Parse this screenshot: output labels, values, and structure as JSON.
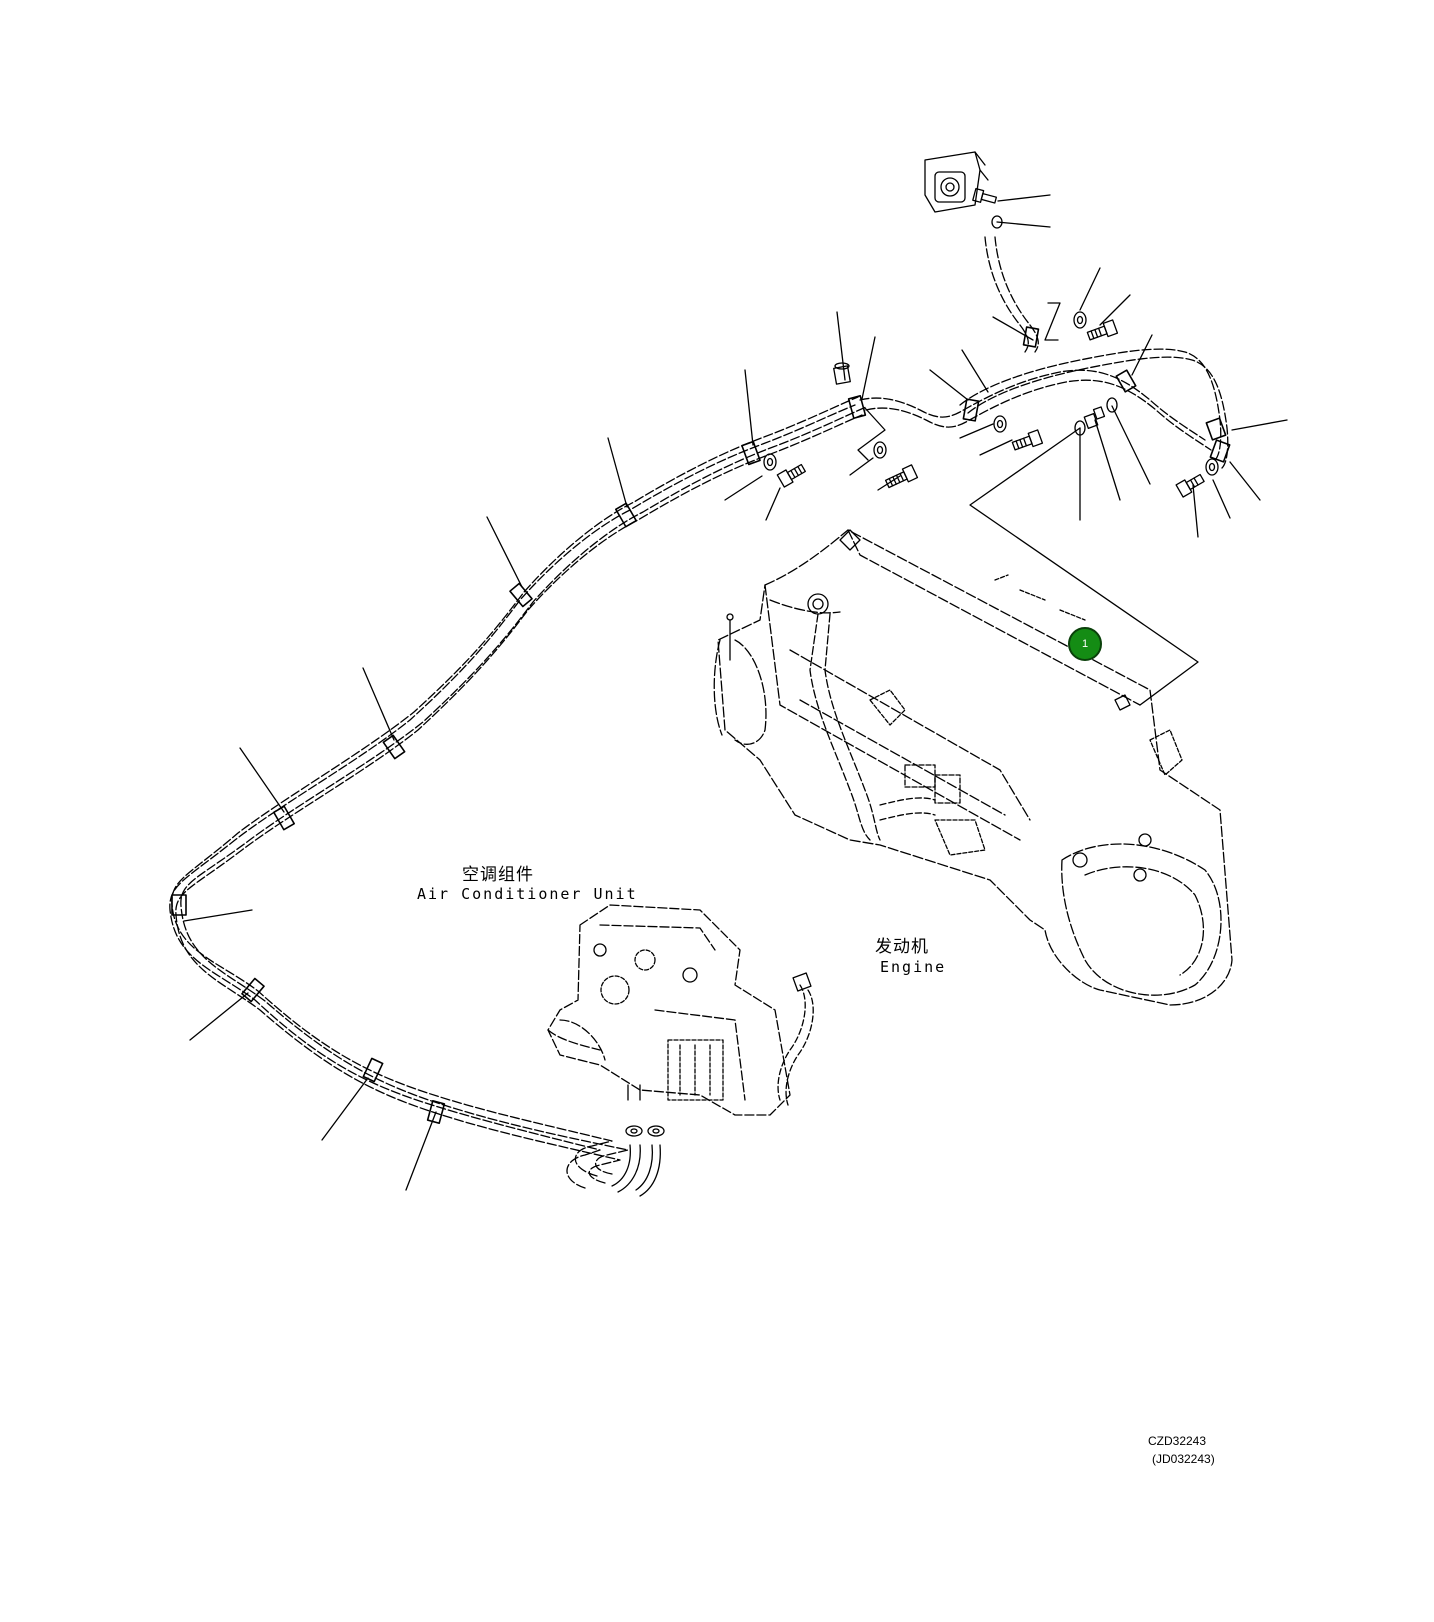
{
  "labels": {
    "ac_unit_cn": "空调组件",
    "ac_unit_en": "Air Conditioner Unit",
    "engine_cn": "发动机",
    "engine_en": "Engine"
  },
  "callout": {
    "number": "1",
    "color": "#148c14"
  },
  "drawing_codes": {
    "primary": "CZD32243",
    "secondary": "(JD032243)"
  }
}
